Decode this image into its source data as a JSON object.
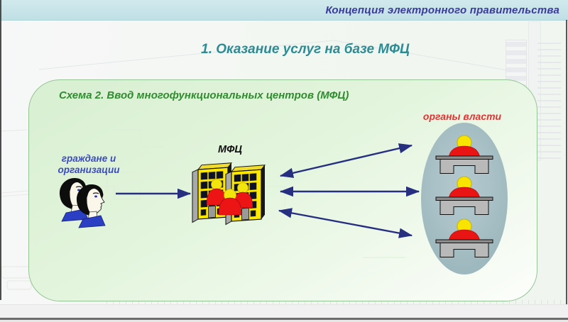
{
  "header": {
    "title": "Концепция электронного правительства"
  },
  "slide": {
    "title": "1. Оказание услуг на базе МФЦ"
  },
  "diagram": {
    "box_title": "Схема 2. Ввод многофункциональных центров (МФЦ)",
    "citizens": {
      "line1": "граждане и",
      "line2": "организации"
    },
    "mfc_label": "МФЦ",
    "authorities_label": "органы власти",
    "icons": {
      "citizens": "two-person-profile-icon",
      "mfc": "office-buildings-with-crowd-icon",
      "authorities": "official-at-desk-icon (x3 inside ellipse)"
    },
    "arrows": {
      "citizens_to_mfc": "single-headed right arrow",
      "mfc_to_authorities": "three double-headed arrows"
    }
  },
  "colors": {
    "header-bar": "#c8e4e9",
    "header-text": "#3a3c99",
    "title-text": "#2b8c95",
    "box-border": "#95c595",
    "box-title-text": "#2f8c2f",
    "authorities-text": "#e23333",
    "citizens-text": "#3b4cbf",
    "mfc-text": "#111111",
    "arrow": "#262f80",
    "ellipse-fill": "#a8c0c6",
    "building-yellow": "#ffe800",
    "crowd-red": "#ec1414",
    "figure-head-yellow": "#f2e40c",
    "desk-gray": "#b9b9b9"
  }
}
